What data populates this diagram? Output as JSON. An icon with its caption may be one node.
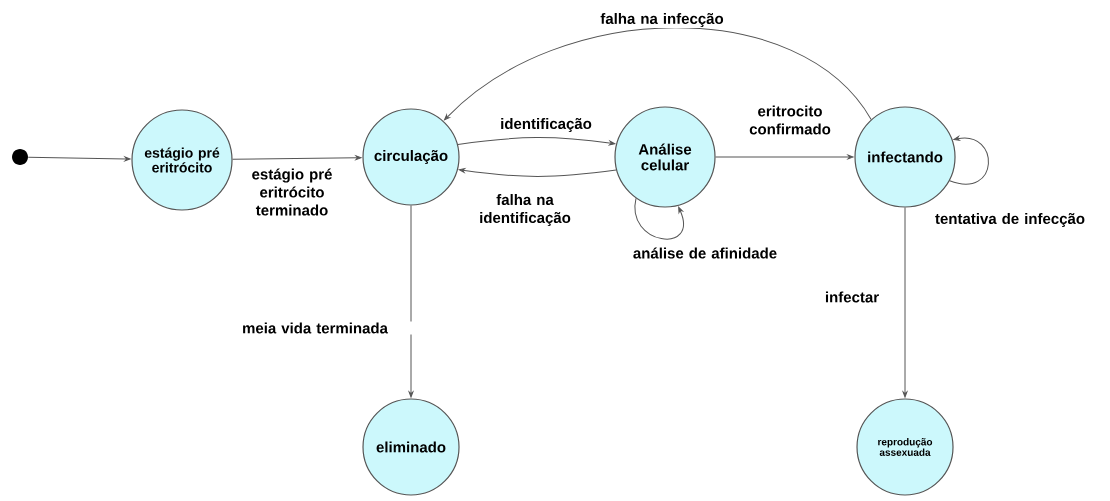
{
  "diagram": {
    "nodes": [
      {
        "text": [],
        "shape": "circle"
      },
      {
        "text": [
          "estágio pré eritrócito"
        ]
      },
      {
        "text": [
          "circulação"
        ]
      },
      {
        "text": [
          "Análise celular"
        ]
      },
      {
        "text": [
          "infectando"
        ]
      },
      {
        "text": [
          "eliminado"
        ]
      },
      {
        "text": [
          "reprodução assexuada"
        ]
      }
    ],
    "edges": [
      {
        "from": 0,
        "to": 1,
        "arrow": "to"
      },
      {
        "from": 1,
        "to": 2,
        "arrow": "to",
        "label": "estágio pré eritrócito terminado"
      },
      {
        "from": 2,
        "to": 3,
        "arrow": "to",
        "label": "identificação"
      },
      {
        "from": 3,
        "to": 2,
        "arrow": "to",
        "label": "falha na identificação"
      },
      {
        "from": 3,
        "to": 4,
        "arrow": "to",
        "label": "eritrocito confirmado"
      },
      {
        "from": 4,
        "to": 2,
        "arrow": "to",
        "label": "falha na infecção"
      },
      {
        "from": 4,
        "to": 4,
        "arrow": "to",
        "label": "tentativa de infecção"
      },
      {
        "from": 3,
        "to": 3,
        "arrow": "to",
        "label": "análise de afinidade"
      },
      {
        "from": 2,
        "to": 5,
        "arrow": "to",
        "label": "meia vida terminada"
      },
      {
        "from": 4,
        "to": 6,
        "arrow": "to",
        "label": "infectar"
      }
    ]
  }
}
